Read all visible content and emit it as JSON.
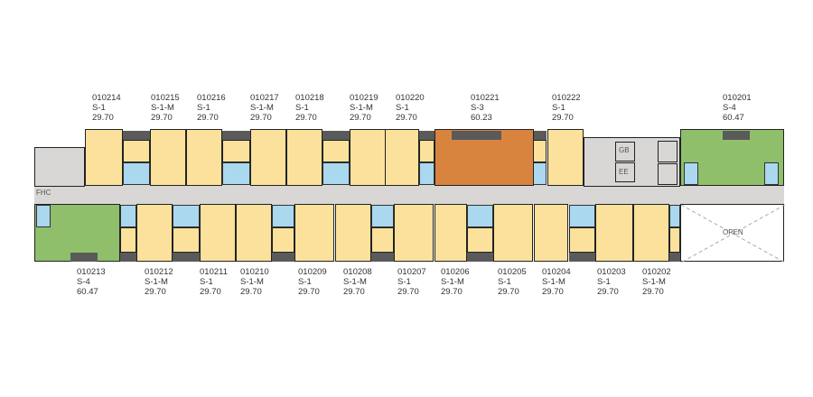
{
  "plan": {
    "top_units": [
      {
        "id": "010214",
        "type": "S-1",
        "area": "29.70"
      },
      {
        "id": "010215",
        "type": "S-1-M",
        "area": "29.70"
      },
      {
        "id": "010216",
        "type": "S-1",
        "area": "29.70"
      },
      {
        "id": "010217",
        "type": "S-1-M",
        "area": "29.70"
      },
      {
        "id": "010218",
        "type": "S-1",
        "area": "29.70"
      },
      {
        "id": "010219",
        "type": "S-1-M",
        "area": "29.70"
      },
      {
        "id": "010220",
        "type": "S-1",
        "area": "29.70"
      },
      {
        "id": "010221",
        "type": "S-3",
        "area": "60.23"
      },
      {
        "id": "010222",
        "type": "S-1",
        "area": "29.70"
      },
      {
        "id": "010201",
        "type": "S-4",
        "area": "60.47"
      }
    ],
    "bottom_units": [
      {
        "id": "010213",
        "type": "S-4",
        "area": "60.47"
      },
      {
        "id": "010212",
        "type": "S-1-M",
        "area": "29.70"
      },
      {
        "id": "010211",
        "type": "S-1",
        "area": "29.70"
      },
      {
        "id": "010210",
        "type": "S-1-M",
        "area": "29.70"
      },
      {
        "id": "010209",
        "type": "S-1",
        "area": "29.70"
      },
      {
        "id": "010208",
        "type": "S-1-M",
        "area": "29.70"
      },
      {
        "id": "010207",
        "type": "S-1",
        "area": "29.70"
      },
      {
        "id": "010206",
        "type": "S-1-M",
        "area": "29.70"
      },
      {
        "id": "010205",
        "type": "S-1",
        "area": "29.70"
      },
      {
        "id": "010204",
        "type": "S-1-M",
        "area": "29.70"
      },
      {
        "id": "010203",
        "type": "S-1",
        "area": "29.70"
      },
      {
        "id": "010202",
        "type": "S-1-M",
        "area": "29.70"
      }
    ],
    "core_labels": {
      "gb": "GB",
      "ee": "EE",
      "open": "OPEN",
      "fhc": "FHC"
    },
    "colors": {
      "s1": "#fbe19b",
      "s3": "#d8843f",
      "s4": "#8fbf6a",
      "bath": "#aad8ee",
      "corridor": "#d8d7d5"
    }
  }
}
